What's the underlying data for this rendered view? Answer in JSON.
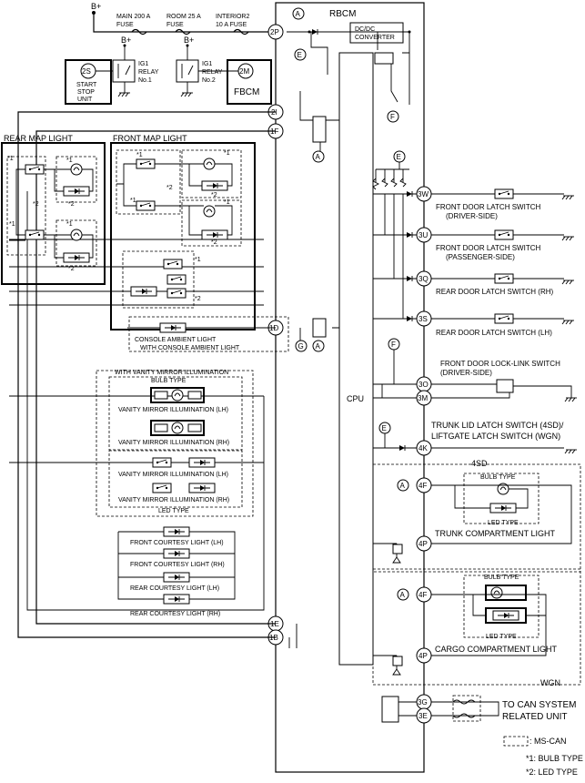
{
  "header": {
    "bplus": "B+",
    "fuse_main": [
      "MAIN 200 A",
      "FUSE"
    ],
    "fuse_room": [
      "ROOM 25 A",
      "FUSE"
    ],
    "fuse_interior": [
      "INTERIOR2",
      "10 A FUSE"
    ]
  },
  "rbcm": {
    "title": "RBCM",
    "dcdc": [
      "DC/DC",
      "CONVERTER"
    ],
    "cpu": "CPU"
  },
  "components": {
    "start_stop": {
      "id": "2S",
      "label": [
        "START",
        "STOP",
        "UNIT"
      ]
    },
    "ig1_relay_1": [
      "IG1",
      "RELAY",
      "No.1"
    ],
    "ig1_relay_2": [
      "IG1",
      "RELAY",
      "No.2"
    ],
    "fbcm": {
      "id": "2M",
      "label": "FBCM"
    }
  },
  "sections": {
    "rear_map_light": "REAR MAP LIGHT",
    "front_map_light": "FRONT MAP LIGHT",
    "console_ambient": "CONSOLE AMBIENT LIGHT",
    "with_console_ambient": "WITH CONSOLE AMBIENT LIGHT",
    "with_vanity": "WITH VANITY MIRROR ILLUMINATION",
    "bulb_type": "BULB TYPE",
    "led_type": "LED TYPE",
    "vanity_lh": "VANITY MIRROR ILLUMINATION (LH)",
    "vanity_rh": "VANITY MIRROR ILLUMINATION (RH)",
    "front_courtesy_lh": "FRONT COURTESY LIGHT (LH)",
    "front_courtesy_rh": "FRONT COURTESY LIGHT (RH)",
    "rear_courtesy_lh": "REAR COURTESY LIGHT (LH)",
    "rear_courtesy_rh": "REAR COURTESY LIGHT (RH)"
  },
  "marks": {
    "star1": "*1",
    "star2": "*2",
    "A": "A",
    "E": "E",
    "F": "F",
    "G": "G"
  },
  "pins": {
    "p2P": "2P",
    "p2I": "2I",
    "p1F": "1F",
    "p1D": "1D",
    "p1E": "1E",
    "p1B": "1B",
    "p3W": "3W",
    "p3U": "3U",
    "p3Q": "3Q",
    "p3S": "3S",
    "p3O": "3O",
    "p3M": "3M",
    "p4K": "4K",
    "p4F": "4F",
    "p4P": "4P",
    "p3G": "3G",
    "p3E": "3E"
  },
  "right": {
    "fdl_driver": [
      "FRONT DOOR LATCH SWITCH",
      "(DRIVER-SIDE)"
    ],
    "fdl_passenger": [
      "FRONT DOOR LATCH SWITCH",
      "(PASSENGER-SIDE)"
    ],
    "rdl_rh": "REAR DOOR LATCH SWITCH (RH)",
    "rdl_lh": "REAR DOOR LATCH SWITCH (LH)",
    "fdll": [
      "FRONT DOOR LOCK-LINK SWITCH",
      "(DRIVER-SIDE)"
    ],
    "trunk_lid": [
      "TRUNK LID LATCH SWITCH (4SD)/",
      "LIFTGATE LATCH SWITCH (WGN)"
    ],
    "sd4": "4SD",
    "bulb_type": "BULB TYPE",
    "led_type": "LED TYPE",
    "trunk_light": "TRUNK COMPARTMENT LIGHT",
    "cargo_light": "CARGO COMPARTMENT LIGHT",
    "wgn": "WGN",
    "can": [
      "TO CAN SYSTEM",
      "RELATED UNIT"
    ]
  },
  "legend": {
    "mscan": ": MS-CAN",
    "note1": "*1: BULB TYPE",
    "note2": "*2: LED TYPE"
  }
}
